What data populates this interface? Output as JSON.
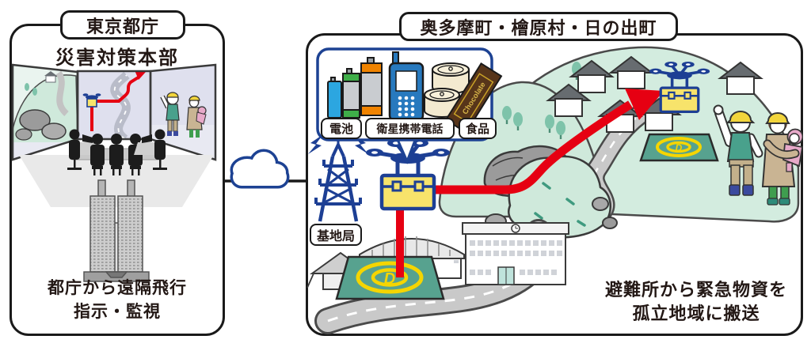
{
  "left_panel": {
    "title": "東京都庁",
    "subtitle": "災害対策本部",
    "caption": {
      "line1": "都庁から遠隔飛行",
      "line2": "指示・監視"
    }
  },
  "connector": {
    "type": "network-cloud"
  },
  "right_panel": {
    "title": "奥多摩町・檜原村・日の出町",
    "supplies_callout": {
      "items": [
        {
          "icon": "battery-icon",
          "label": "電池"
        },
        {
          "icon": "satellite-phone-icon",
          "label": "衛星携帯電話"
        },
        {
          "icon": "food-icon",
          "label": "食品"
        }
      ],
      "chocolate_brand": "Chocolate"
    },
    "base_station": {
      "label": "基地局"
    },
    "landing_pad": {
      "letter": "D"
    },
    "caption": {
      "line1": "避難所から緊急物資を",
      "line2": "孤立地域に搬送"
    }
  },
  "colors": {
    "outline": "#1a1a1a",
    "drone_blue": "#1d3f94",
    "flight_path_red": "#e60012",
    "hill_green": "#d3ecdf",
    "pad_green": "#57a28f",
    "pad_yellow": "#f5d500",
    "cargo_yellow": "#f7e36b"
  }
}
